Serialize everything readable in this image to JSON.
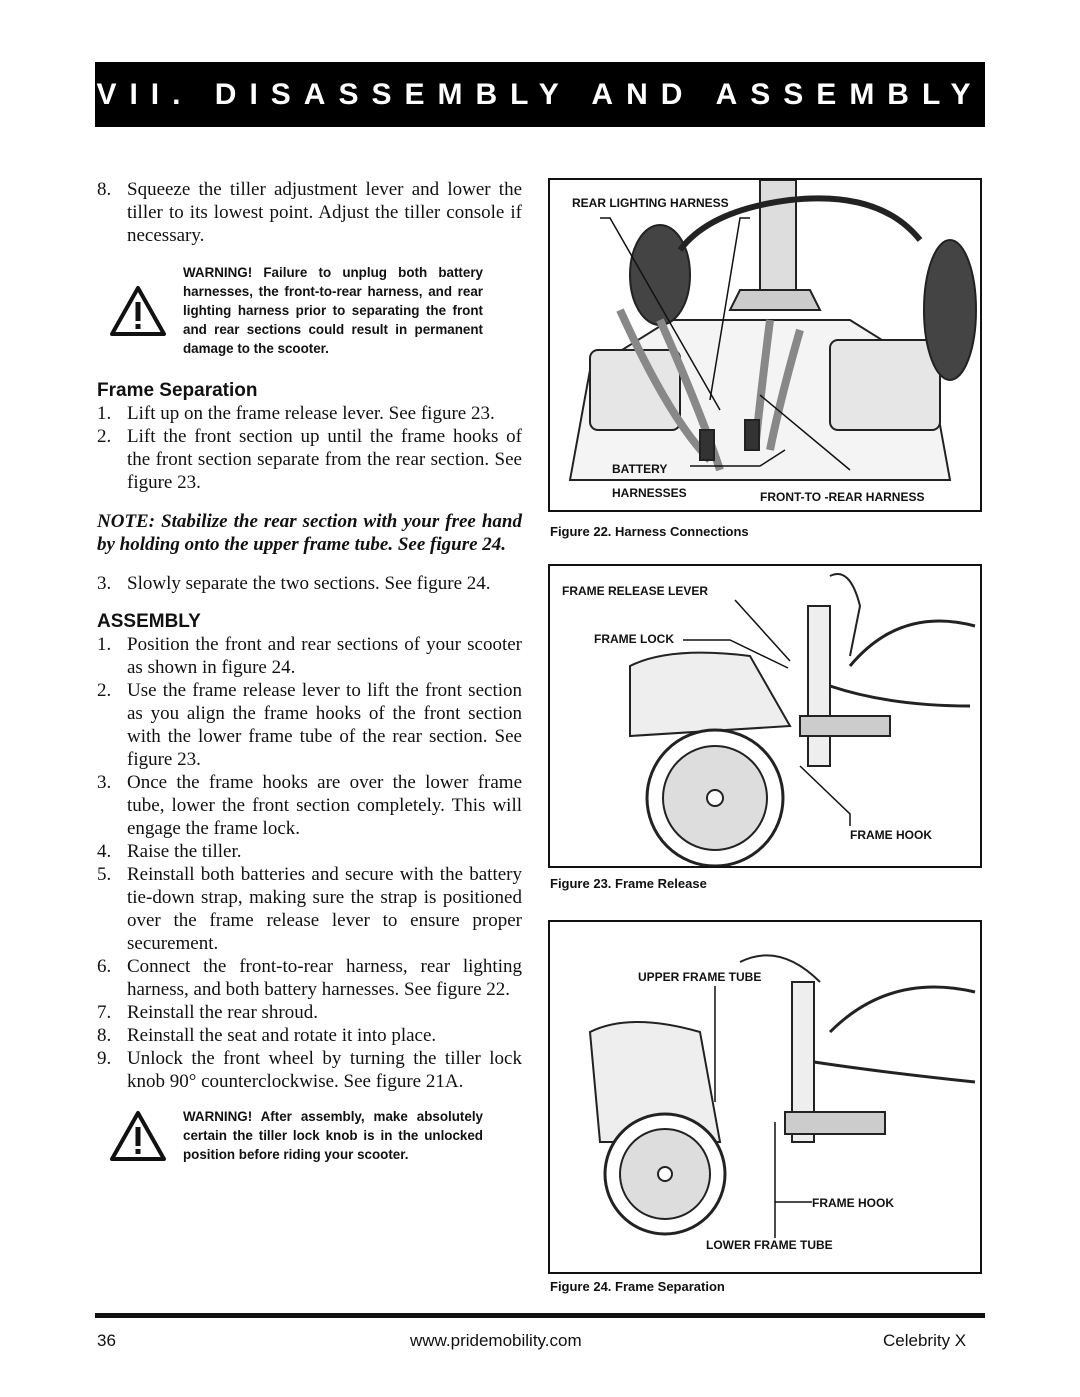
{
  "header": {
    "title": "VII. DISASSEMBLY AND ASSEMBLY"
  },
  "left": {
    "step8": {
      "num": "8.",
      "text": "Squeeze the tiller adjustment lever and lower the tiller to its lowest point. Adjust the tiller console if necessary."
    },
    "warning1": "WARNING! Failure to unplug both battery harnesses, the front-to-rear harness, and rear lighting harness prior to separating the front and rear sections could result in permanent damage to the scooter.",
    "frame_separation_heading": "Frame Separation",
    "fs_steps": [
      {
        "num": "1.",
        "text": "Lift up on the frame release lever. See figure 23."
      },
      {
        "num": "2.",
        "text": "Lift the front section up until the frame hooks of the front section separate from the rear section. See figure 23."
      }
    ],
    "note": "NOTE: Stabilize the rear section with your free hand by holding onto the upper frame tube. See figure 24.",
    "fs_step3": {
      "num": "3.",
      "text": "Slowly separate the two sections. See figure 24."
    },
    "assembly_heading": "ASSEMBLY",
    "assembly_steps": [
      {
        "num": "1.",
        "text": "Position the front and rear sections of your scooter as shown in figure 24."
      },
      {
        "num": "2.",
        "text": "Use the frame release lever to lift the front section as you align the frame hooks of the front section with the lower frame tube of the rear section. See figure 23."
      },
      {
        "num": "3.",
        "text": "Once the frame hooks are over the lower frame tube, lower the front section completely. This will engage the frame lock."
      },
      {
        "num": "4.",
        "text": "Raise the tiller."
      },
      {
        "num": "5.",
        "text": "Reinstall both batteries and secure with the battery tie-down strap, making sure the strap is positioned over the frame release lever to ensure proper securement."
      },
      {
        "num": "6.",
        "text": "Connect the front-to-rear harness, rear lighting harness, and both battery harnesses. See figure 22."
      },
      {
        "num": "7.",
        "text": "Reinstall the rear shroud."
      },
      {
        "num": "8.",
        "text": "Reinstall the seat and rotate it into place."
      },
      {
        "num": "9.",
        "text": "Unlock the front wheel by turning the tiller lock knob 90° counterclockwise. See figure 21A."
      }
    ],
    "warning2": "WARNING! After assembly, make absolutely certain the tiller lock knob is in the unlocked position before riding your scooter."
  },
  "figures": {
    "fig22": {
      "caption": "Figure 22. Harness Connections",
      "labels": {
        "rear_lighting": "REAR LIGHTING HARNESS",
        "battery": "BATTERY",
        "harnesses": "HARNESSES",
        "front_to_rear": "FRONT-TO -REAR HARNESS"
      }
    },
    "fig23": {
      "caption": "Figure 23. Frame Release",
      "labels": {
        "release_lever": "FRAME RELEASE LEVER",
        "frame_lock": "FRAME LOCK",
        "frame_hook": "FRAME HOOK"
      }
    },
    "fig24": {
      "caption": "Figure 24. Frame Separation",
      "labels": {
        "upper_tube": "UPPER FRAME TUBE",
        "frame_hook": "FRAME HOOK",
        "lower_tube": "LOWER FRAME TUBE"
      }
    }
  },
  "footer": {
    "page": "36",
    "url": "www.pridemobility.com",
    "product": "Celebrity X"
  }
}
